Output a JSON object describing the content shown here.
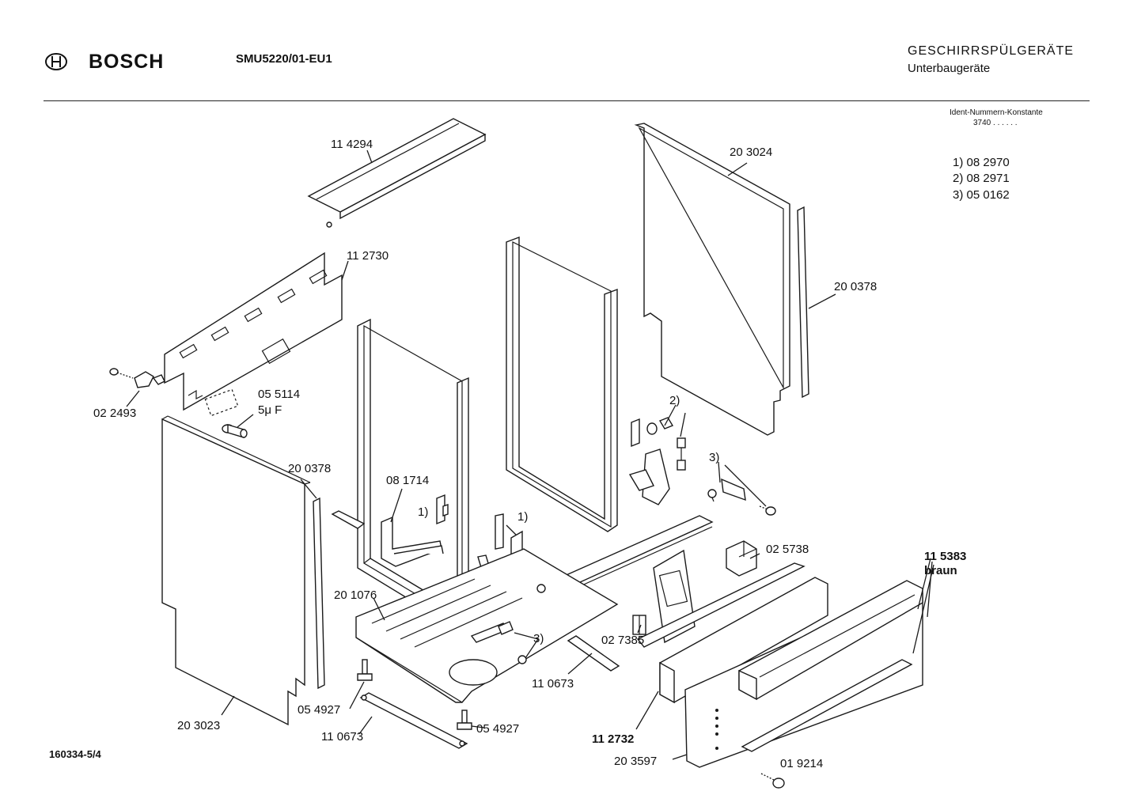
{
  "header": {
    "brand": "BOSCH",
    "model": "SMU5220/01-EU1",
    "category": "GESCHIRRSPÜLGERÄTE",
    "subcategory": "Unterbaugeräte"
  },
  "ident": {
    "title": "Ident-Nummern-Konstante",
    "code": "3740  . .   . . . ."
  },
  "references": [
    {
      "text": "1) 08 2970"
    },
    {
      "text": "2) 08 2971"
    },
    {
      "text": "3) 05 0162"
    }
  ],
  "footer": {
    "doc_number": "160334-5/4"
  },
  "labels": {
    "p114294": "11 4294",
    "p203024": "20 3024",
    "p112730": "11 2730",
    "p200378a": "20 0378",
    "p022493": "02 2493",
    "p055114": "05 5114",
    "p055114_cap": "5μ F",
    "p200378b": "20 0378",
    "p081714": "08 1714",
    "m1a": "1)",
    "m1b": "1)",
    "m2": "2)",
    "m3a": "3)",
    "m3b": "3)",
    "p025738": "02 5738",
    "p115383": "11 5383",
    "p115383_color": "braun",
    "p201076": "20 1076",
    "p027385": "02 7385",
    "p110673a": "11 0673",
    "p054927a": "05 4927",
    "p203023": "20 3023",
    "p110673b": "11 0673",
    "p054927b": "05 4927",
    "p112732": "11 2732",
    "p203597": "20 3597",
    "p019214": "01 9214"
  }
}
